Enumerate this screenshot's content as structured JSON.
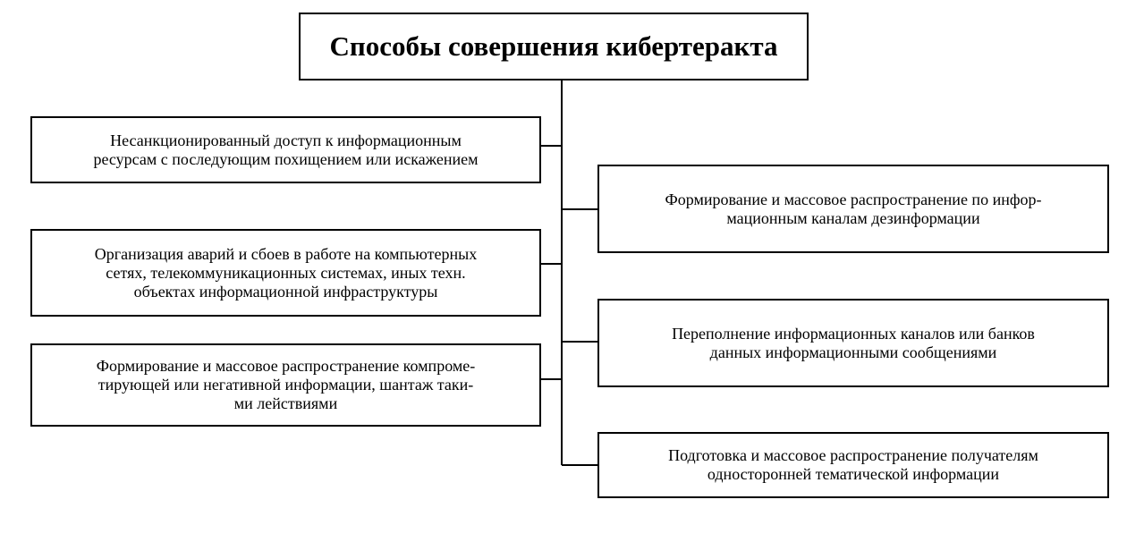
{
  "diagram": {
    "title": "Способы совершения кибертеракта",
    "left_items": [
      {
        "text": "Несанкционированный доступ к информационным\nресурсам с последующим похищением или искажением"
      },
      {
        "text": "Организация аварий и сбоев в работе на компьютерных\nсетях, телекоммуникационных системах, иных техн.\nобъектах информационной инфраструктуры"
      },
      {
        "text": "Формирование и массовое распространение компроме-\nтирующей или негативной информации, шантаж таки-\nми лействиями"
      }
    ],
    "right_items": [
      {
        "text": "Формирование и массовое распространение по инфор-\nмационным каналам дезинформации"
      },
      {
        "text": "Переполнение информационных каналов или банков\nданных информационными сообщениями"
      },
      {
        "text": "Подготовка и массовое распространение получателям\nодносторонней тематической информации"
      }
    ],
    "colors": {
      "line": "#000000",
      "box_border": "#000000",
      "background": "#ffffff"
    }
  }
}
